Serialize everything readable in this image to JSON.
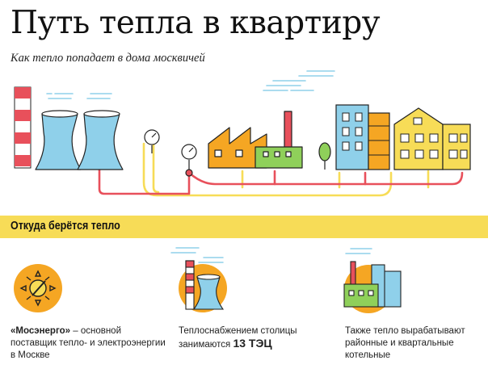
{
  "title": "Путь тепла в квартиру",
  "subtitle": "Как тепло попадает в дома москвичей",
  "section": {
    "heading": "Откуда берётся тепло"
  },
  "cards": [
    {
      "icon": "sun-energy-icon",
      "text_bold": "«Мосэнерго»",
      "text_rest": " – основной поставщик тепло- и электроэнергии в Москве"
    },
    {
      "icon": "power-plant-icon",
      "text_rest": "Теплоснабжением столицы занимаются ",
      "text_bold": "13 ТЭЦ"
    },
    {
      "icon": "boiler-house-icon",
      "text_rest": "Также тепло вырабатывают районные и квартальные котельные"
    }
  ],
  "colors": {
    "red": "#e8505b",
    "yellow": "#f7dc57",
    "orange": "#f5a623",
    "blue": "#8fd0ea",
    "green": "#8fd05a",
    "dark": "#222222"
  }
}
